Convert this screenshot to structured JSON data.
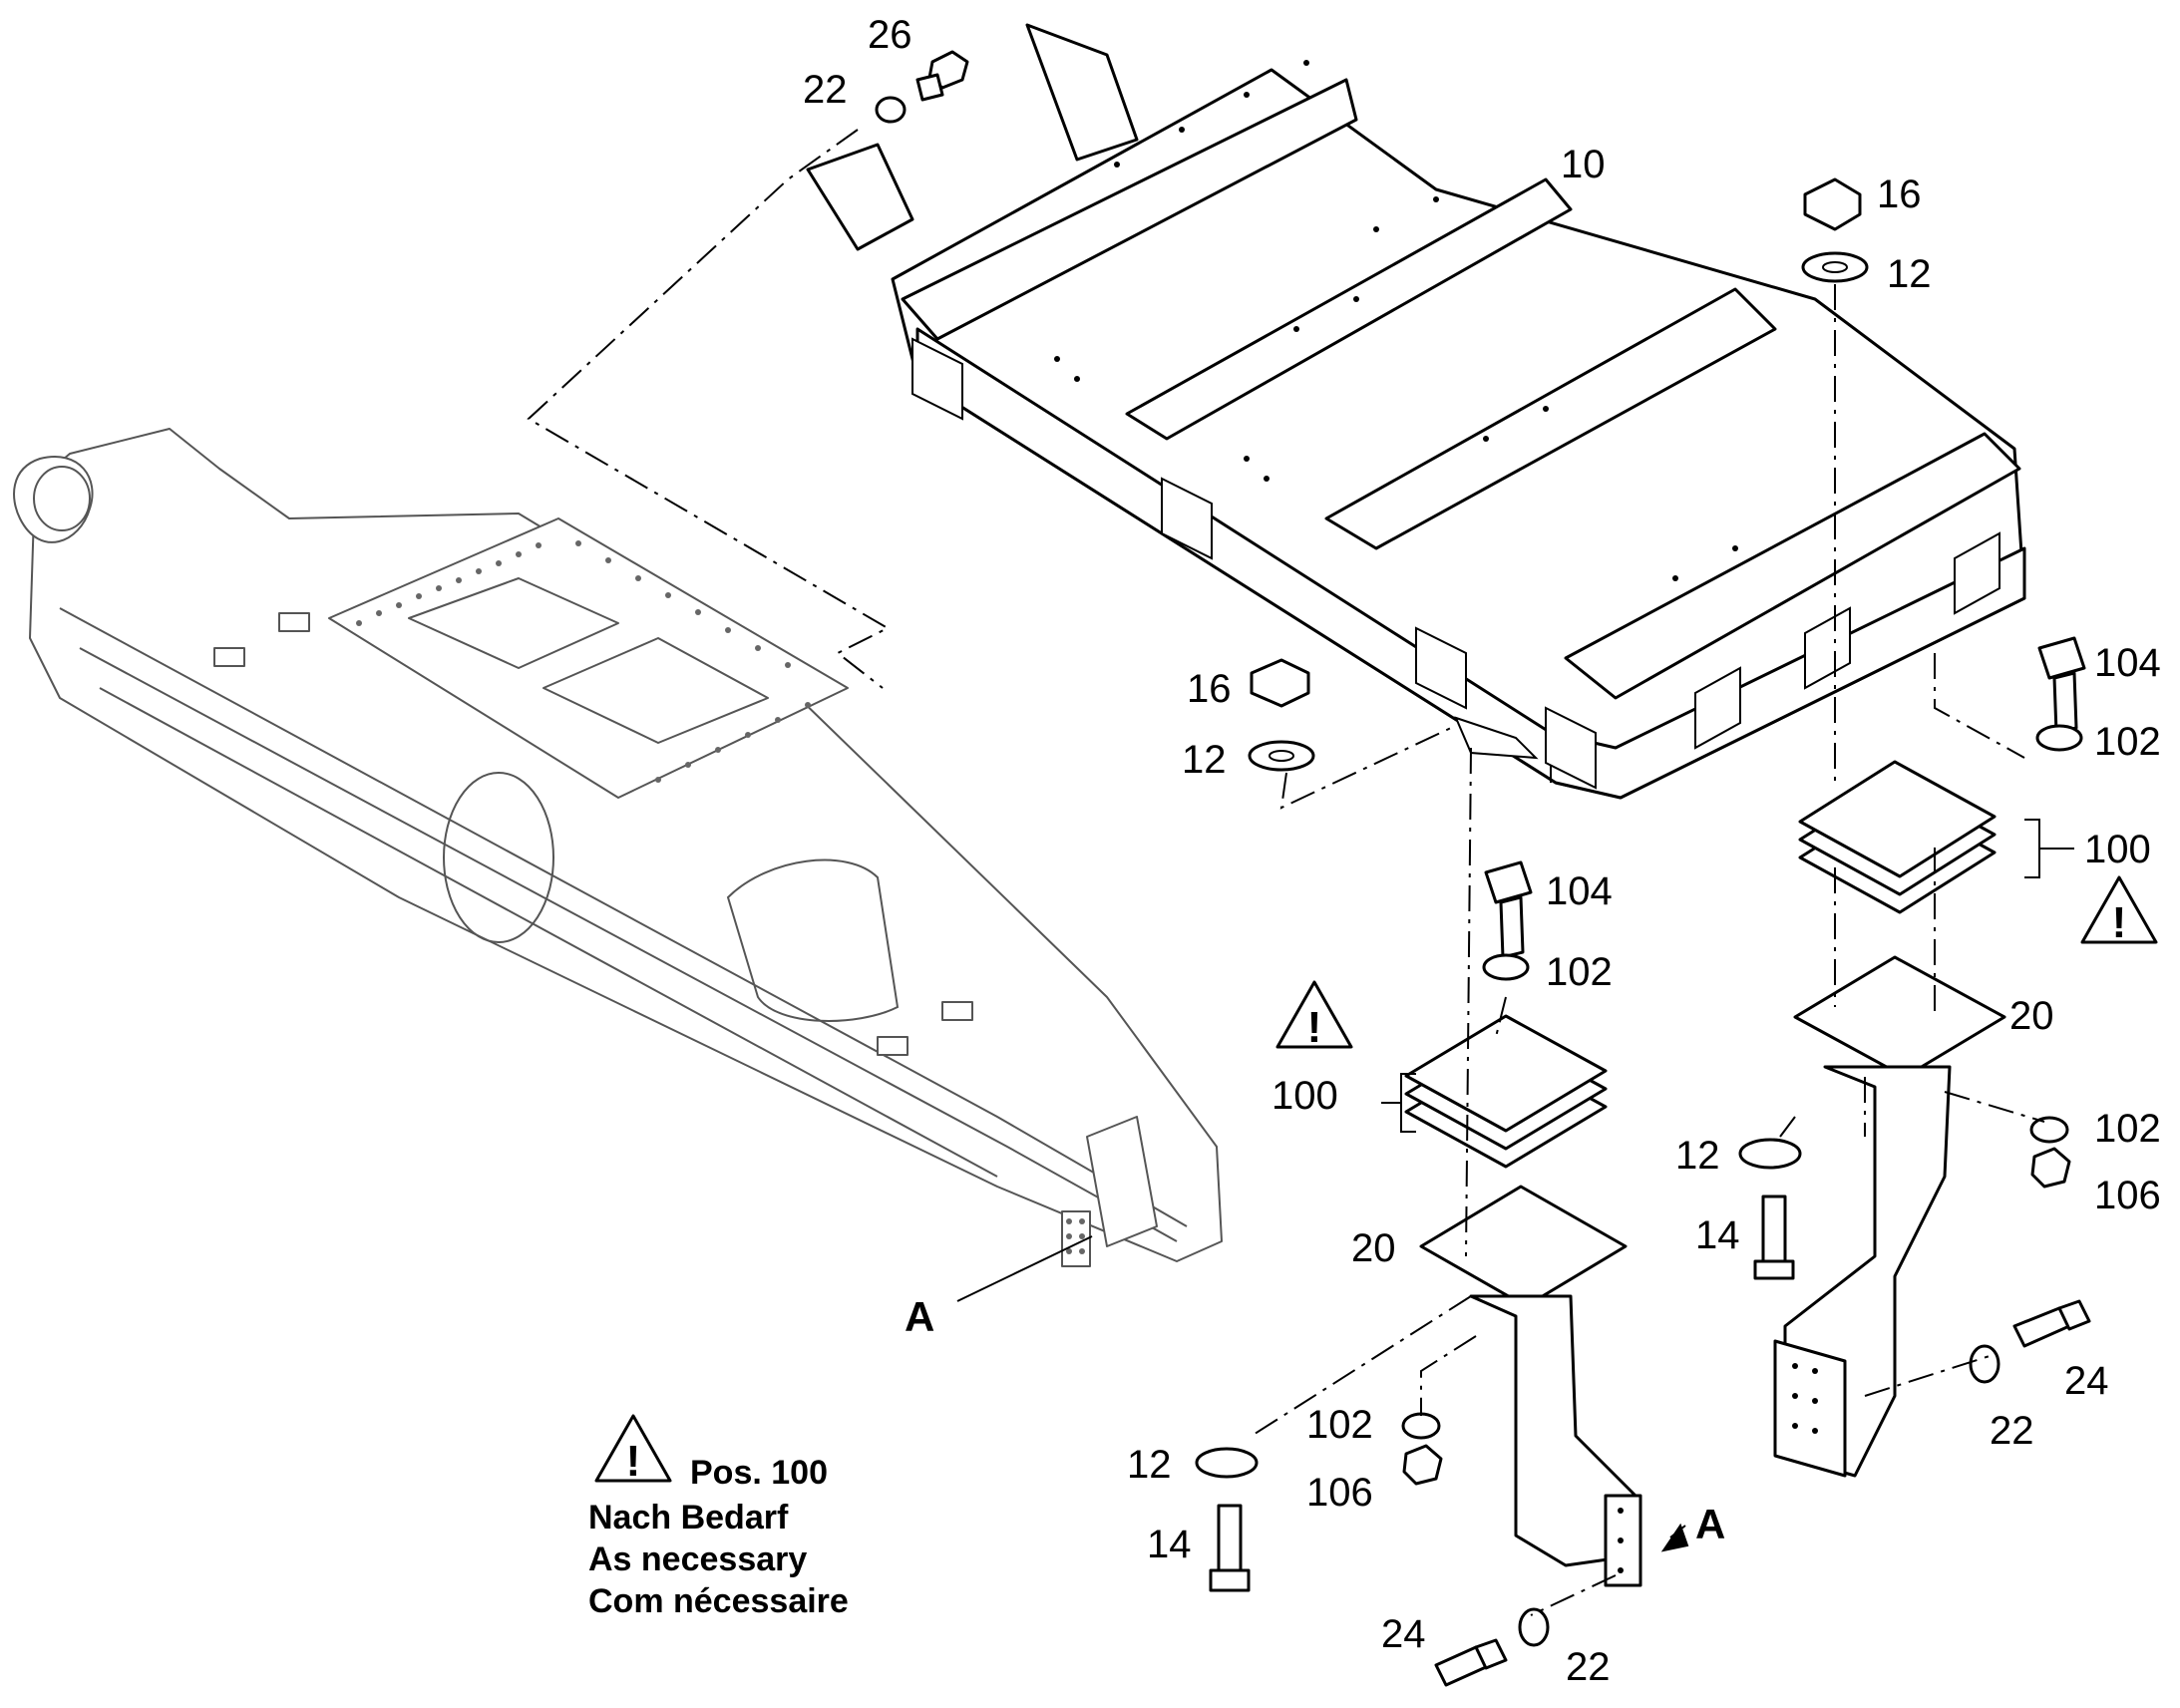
{
  "labels": {
    "p26": "26",
    "p22_top": "22",
    "p10": "10",
    "p16_right": "16",
    "p12_right": "12",
    "p16_mid": "16",
    "p12_mid": "12",
    "p104_right": "104",
    "p102_right": "102",
    "p100_right": "100",
    "p20_right": "20",
    "p12_rbr": "12",
    "p14_rbr": "14",
    "p102_rbr": "102",
    "p106_rbr": "106",
    "p24_rbr": "24",
    "p22_rbr": "22",
    "p104_left": "104",
    "p102_left": "102",
    "p100_left": "100",
    "p20_left": "20",
    "p12_lbr": "12",
    "p14_lbr": "14",
    "p102_lbr": "102",
    "p106_lbr": "106",
    "p24_lbr": "24",
    "p22_lbr": "22"
  },
  "refs": {
    "a_frame": "A",
    "a_bracket": "A"
  },
  "note": {
    "pos": "Pos. 100",
    "de": "Nach Bedarf",
    "en": "As necessary",
    "fr": "Com nécessaire"
  },
  "warning_mark": "!"
}
